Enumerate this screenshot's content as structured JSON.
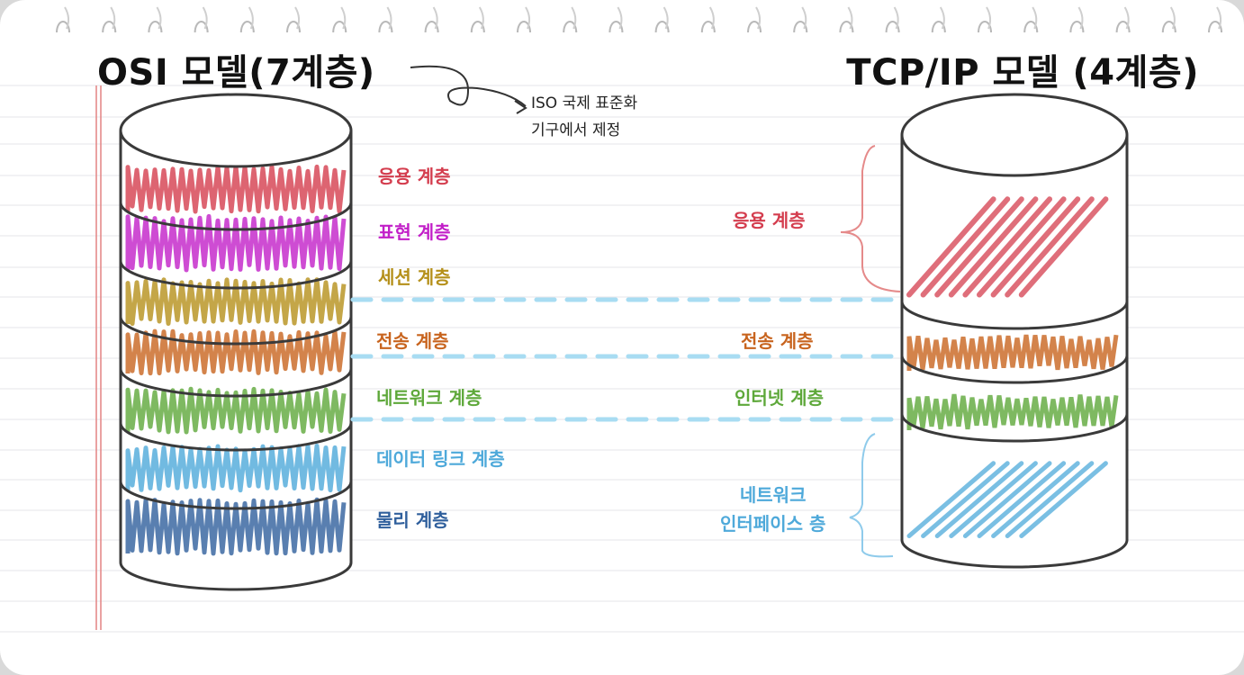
{
  "osi_model": {
    "title": "OSI 모델(7계층)",
    "layers": [
      {
        "name": "응용 계층",
        "color": "#d43d4e"
      },
      {
        "name": "표현 계층",
        "color": "#c21fc8"
      },
      {
        "name": "세션 계층",
        "color": "#b5901a"
      },
      {
        "name": "전송 계층",
        "color": "#c8641e"
      },
      {
        "name": "네트워크 계층",
        "color": "#5ea83a"
      },
      {
        "name": "데이터 링크 계층",
        "color": "#4ea9da"
      },
      {
        "name": "물리 계층",
        "color": "#2f5f9c"
      }
    ]
  },
  "note": {
    "line1": "ISO 국제 표준화",
    "line2": "기구에서 제정"
  },
  "tcpip_model": {
    "title": "TCP/IP 모델 (4계층)",
    "layers": [
      {
        "name": "응용 계층",
        "color": "#d43d4e"
      },
      {
        "name": "전송 계층",
        "color": "#c8641e"
      },
      {
        "name": "인터넷 계층",
        "color": "#5ea83a"
      },
      {
        "name_line1": "네트워크",
        "name_line2": "인터페이스 층",
        "color": "#4ea9da"
      }
    ]
  },
  "connector_color": "#a8dcf2"
}
